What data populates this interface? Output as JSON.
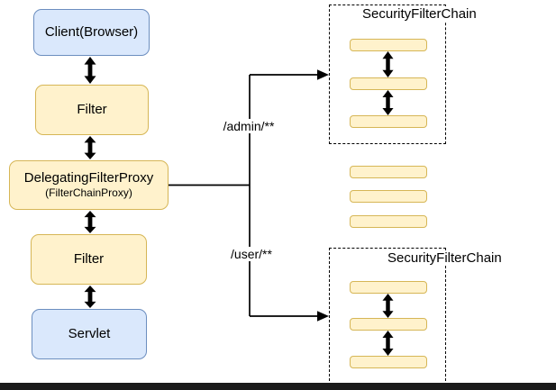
{
  "diagram": {
    "nodes": {
      "client": {
        "label": "Client(Browser)"
      },
      "filter_top": {
        "label": "Filter"
      },
      "proxy": {
        "label": "DelegatingFilterProxy",
        "sublabel": "(FilterChainProxy)"
      },
      "filter_bottom": {
        "label": "Filter"
      },
      "servlet": {
        "label": "Servlet"
      }
    },
    "edges": {
      "admin": {
        "label": "/admin/**"
      },
      "user": {
        "label": "/user/**"
      }
    },
    "chains": {
      "top": {
        "title": "SecurityFilterChain",
        "filter_bar_count": 3
      },
      "middle": {
        "unlabeled_bar_count": 3
      },
      "bottom": {
        "title": "SecurityFilterChain",
        "filter_bar_count": 3
      }
    },
    "colors": {
      "node_blue_fill": "#DAE8FC",
      "node_blue_border": "#6C8EBF",
      "node_yellow_fill": "#FFF2CC",
      "node_yellow_border": "#D6B656",
      "connector": "#000000",
      "dashed_border": "#000000",
      "bottom_bar": "#1B1B1B",
      "background": "#FFFFFF"
    }
  }
}
